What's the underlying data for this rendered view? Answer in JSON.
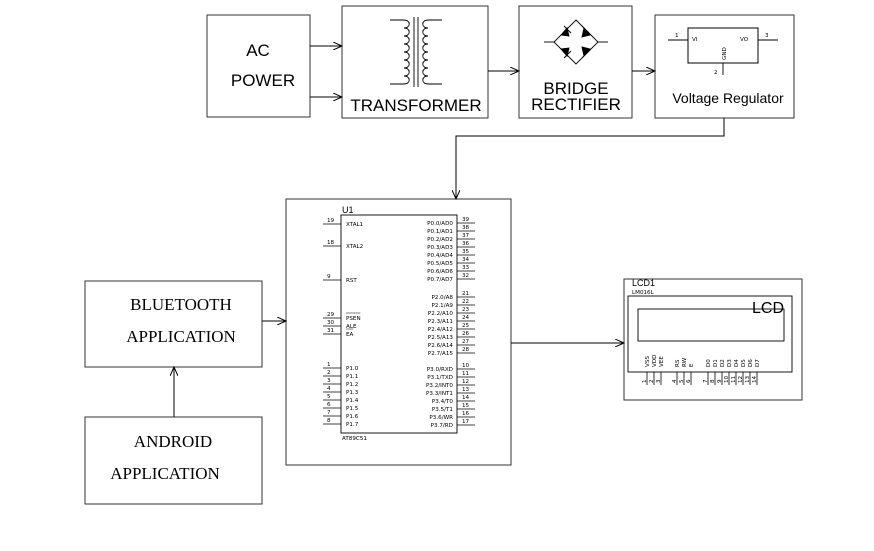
{
  "blocks": {
    "ac_power": [
      "AC",
      "POWER"
    ],
    "transformer": "TRANSFORMER",
    "bridge_rectifier": [
      "BRIDGE",
      "RECTIFIER"
    ],
    "voltage_regulator": "Voltage Regulator",
    "bluetooth": [
      "BLUETOOTH",
      "APPLICATION"
    ],
    "android": [
      "ANDROID",
      "APPLICATION"
    ]
  },
  "regulator_symbol": {
    "pin_in": "1",
    "pin_out": "3",
    "pin_gnd": "2",
    "label_in": "VI",
    "label_out": "VO",
    "label_gnd": "GND"
  },
  "mcu": {
    "ref": "U1",
    "part": "AT89C51",
    "left_pins": [
      {
        "num": "19",
        "name": "XTAL1"
      },
      {
        "num": "18",
        "name": "XTAL2"
      },
      {
        "num": "9",
        "name": "RST"
      },
      {
        "num": "29",
        "name": "PSEN"
      },
      {
        "num": "30",
        "name": "ALE"
      },
      {
        "num": "31",
        "name": "EA"
      },
      {
        "num": "1",
        "name": "P1.0"
      },
      {
        "num": "2",
        "name": "P1.1"
      },
      {
        "num": "3",
        "name": "P1.2"
      },
      {
        "num": "4",
        "name": "P1.3"
      },
      {
        "num": "5",
        "name": "P1.4"
      },
      {
        "num": "6",
        "name": "P1.5"
      },
      {
        "num": "7",
        "name": "P1.6"
      },
      {
        "num": "8",
        "name": "P1.7"
      }
    ],
    "right_pins": [
      {
        "num": "39",
        "name": "P0.0/AD0"
      },
      {
        "num": "38",
        "name": "P0.1/AD1"
      },
      {
        "num": "37",
        "name": "P0.2/AD2"
      },
      {
        "num": "36",
        "name": "P0.3/AD3"
      },
      {
        "num": "35",
        "name": "P0.4/AD4"
      },
      {
        "num": "34",
        "name": "P0.5/AD5"
      },
      {
        "num": "33",
        "name": "P0.6/AD6"
      },
      {
        "num": "32",
        "name": "P0.7/AD7"
      },
      {
        "num": "21",
        "name": "P2.0/A8"
      },
      {
        "num": "22",
        "name": "P2.1/A9"
      },
      {
        "num": "23",
        "name": "P2.2/A10"
      },
      {
        "num": "24",
        "name": "P2.3/A11"
      },
      {
        "num": "25",
        "name": "P2.4/A12"
      },
      {
        "num": "26",
        "name": "P2.5/A13"
      },
      {
        "num": "27",
        "name": "P2.6/A14"
      },
      {
        "num": "28",
        "name": "P2.7/A15"
      },
      {
        "num": "10",
        "name": "P3.0/RXD"
      },
      {
        "num": "11",
        "name": "P3.1/TXD"
      },
      {
        "num": "12",
        "name": "P3.2/INT0"
      },
      {
        "num": "13",
        "name": "P3.3/INT1"
      },
      {
        "num": "14",
        "name": "P3.4/T0"
      },
      {
        "num": "15",
        "name": "P3.5/T1"
      },
      {
        "num": "16",
        "name": "P3.6/WR"
      },
      {
        "num": "17",
        "name": "P3.7/RD"
      }
    ]
  },
  "lcd": {
    "ref": "LCD1",
    "part": "LM016L",
    "title": "LCD",
    "pins": [
      {
        "num": "1",
        "name": "VSS"
      },
      {
        "num": "2",
        "name": "VDD"
      },
      {
        "num": "3",
        "name": "VEE"
      },
      {
        "num": "4",
        "name": "RS"
      },
      {
        "num": "5",
        "name": "RW"
      },
      {
        "num": "6",
        "name": "E"
      },
      {
        "num": "7",
        "name": "D0"
      },
      {
        "num": "8",
        "name": "D1"
      },
      {
        "num": "9",
        "name": "D2"
      },
      {
        "num": "10",
        "name": "D3"
      },
      {
        "num": "11",
        "name": "D4"
      },
      {
        "num": "12",
        "name": "D5"
      },
      {
        "num": "13",
        "name": "D6"
      },
      {
        "num": "14",
        "name": "D7"
      }
    ]
  },
  "colors": {
    "line": "#000000",
    "box_border": "#333333",
    "background": "#ffffff"
  }
}
